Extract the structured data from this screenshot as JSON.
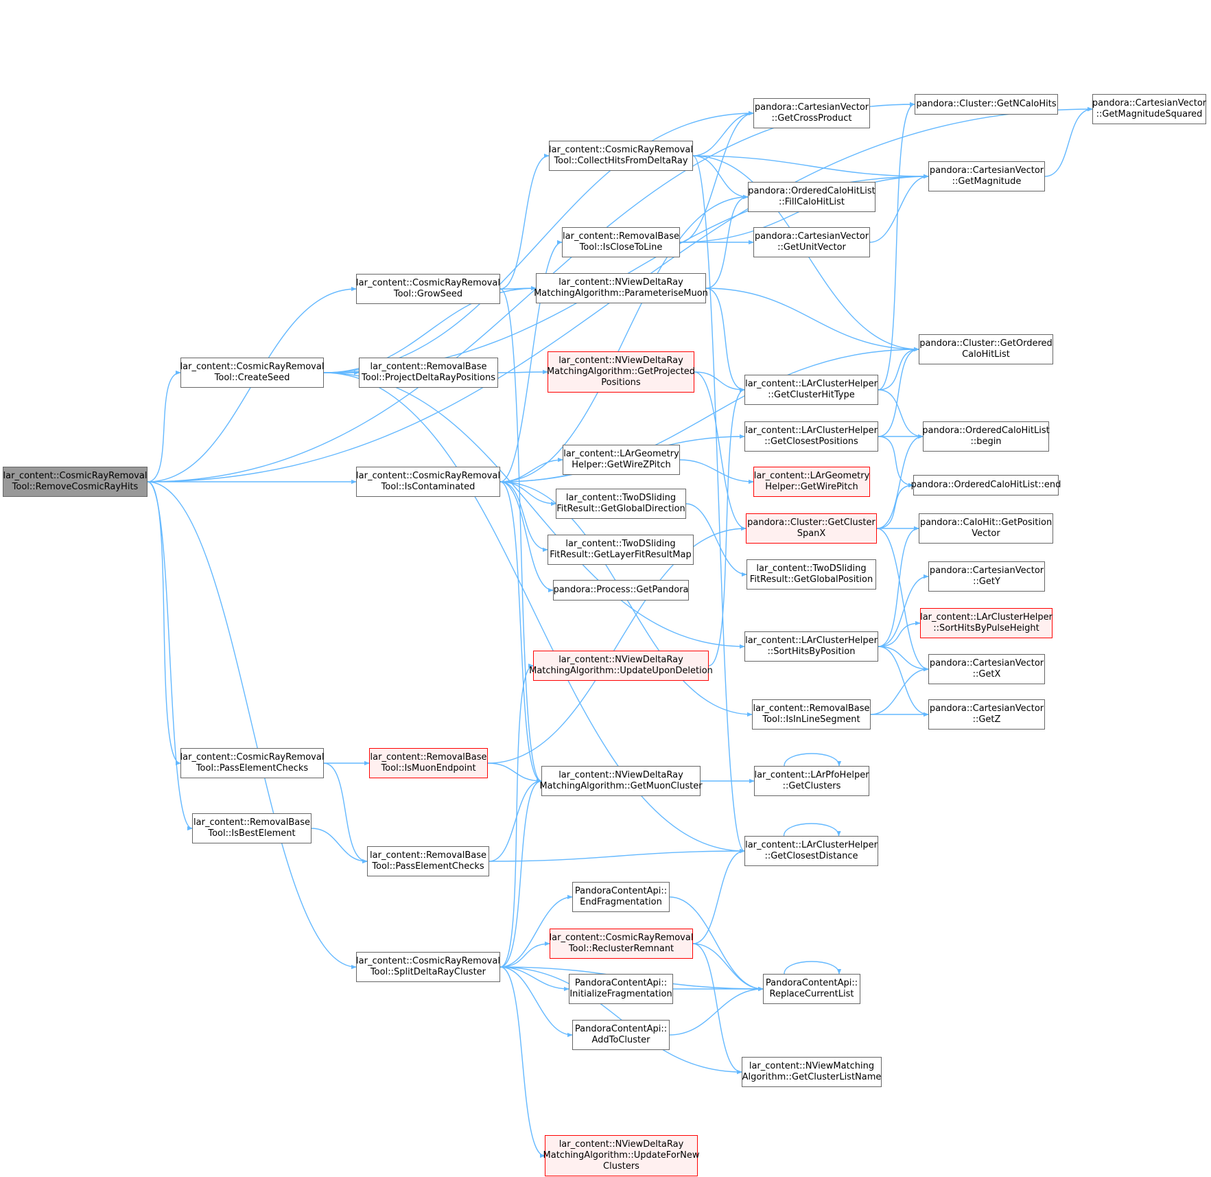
{
  "graph": {
    "colors": {
      "edge": "#63b8ff",
      "node_border": "#666666",
      "truncated_border": "#ff0000",
      "truncated_fill": "#fff0f0",
      "current_fill": "#999999"
    },
    "nodes": [
      {
        "id": "removeCosmicRayHits",
        "lines": [
          "lar_content::CosmicRayRemoval",
          "Tool::RemoveCosmicRayHits"
        ],
        "style": "current"
      },
      {
        "id": "createSeed",
        "lines": [
          "lar_content::CosmicRayRemoval",
          "Tool::CreateSeed"
        ],
        "style": "normal"
      },
      {
        "id": "growSeed",
        "lines": [
          "lar_content::CosmicRayRemoval",
          "Tool::GrowSeed"
        ],
        "style": "normal"
      },
      {
        "id": "projectDeltaRayPositions",
        "lines": [
          "lar_content::RemovalBase",
          "Tool::ProjectDeltaRayPositions"
        ],
        "style": "normal"
      },
      {
        "id": "isContaminated",
        "lines": [
          "lar_content::CosmicRayRemoval",
          "Tool::IsContaminated"
        ],
        "style": "normal"
      },
      {
        "id": "passElementChecksCR",
        "lines": [
          "lar_content::CosmicRayRemoval",
          "Tool::PassElementChecks"
        ],
        "style": "normal"
      },
      {
        "id": "isBestElement",
        "lines": [
          "lar_content::RemovalBase",
          "Tool::IsBestElement"
        ],
        "style": "normal"
      },
      {
        "id": "splitDeltaRayCluster",
        "lines": [
          "lar_content::CosmicRayRemoval",
          "Tool::SplitDeltaRayCluster"
        ],
        "style": "normal"
      },
      {
        "id": "isMuonEndpoint",
        "lines": [
          "lar_content::RemovalBase",
          "Tool::IsMuonEndpoint"
        ],
        "style": "truncated"
      },
      {
        "id": "passElementChecksRB",
        "lines": [
          "lar_content::RemovalBase",
          "Tool::PassElementChecks"
        ],
        "style": "normal"
      },
      {
        "id": "collectHitsFromDeltaRay",
        "lines": [
          "lar_content::CosmicRayRemoval",
          "Tool::CollectHitsFromDeltaRay"
        ],
        "style": "normal"
      },
      {
        "id": "isCloseToLine",
        "lines": [
          "lar_content::RemovalBase",
          "Tool::IsCloseToLine"
        ],
        "style": "normal"
      },
      {
        "id": "parameteriseMuon",
        "lines": [
          "lar_content::NViewDeltaRay",
          "MatchingAlgorithm::ParameteriseMuon"
        ],
        "style": "normal"
      },
      {
        "id": "getProjectedPositions",
        "lines": [
          "lar_content::NViewDeltaRay",
          "MatchingAlgorithm::GetProjected",
          "Positions"
        ],
        "style": "truncated"
      },
      {
        "id": "getWireZPitch",
        "lines": [
          "lar_content::LArGeometry",
          "Helper::GetWireZPitch"
        ],
        "style": "normal"
      },
      {
        "id": "getGlobalDirection",
        "lines": [
          "lar_content::TwoDSliding",
          "FitResult::GetGlobalDirection"
        ],
        "style": "normal"
      },
      {
        "id": "getLayerFitResultMap",
        "lines": [
          "lar_content::TwoDSliding",
          "FitResult::GetLayerFitResultMap"
        ],
        "style": "normal"
      },
      {
        "id": "getPandora",
        "lines": [
          "pandora::Process::GetPandora"
        ],
        "style": "normal"
      },
      {
        "id": "updateUponDeletion",
        "lines": [
          "lar_content::NViewDeltaRay",
          "MatchingAlgorithm::UpdateUponDeletion"
        ],
        "style": "truncated"
      },
      {
        "id": "getMuonCluster",
        "lines": [
          "lar_content::NViewDeltaRay",
          "MatchingAlgorithm::GetMuonCluster"
        ],
        "style": "normal"
      },
      {
        "id": "endFragmentation",
        "lines": [
          "PandoraContentApi::",
          "EndFragmentation"
        ],
        "style": "normal"
      },
      {
        "id": "reclusterRemnant",
        "lines": [
          "lar_content::CosmicRayRemoval",
          "Tool::ReclusterRemnant"
        ],
        "style": "truncated"
      },
      {
        "id": "initializeFragmentation",
        "lines": [
          "PandoraContentApi::",
          "InitializeFragmentation"
        ],
        "style": "normal"
      },
      {
        "id": "addToCluster",
        "lines": [
          "PandoraContentApi::",
          "AddToCluster"
        ],
        "style": "normal"
      },
      {
        "id": "updateForNewClusters",
        "lines": [
          "lar_content::NViewDeltaRay",
          "MatchingAlgorithm::UpdateForNew",
          "Clusters"
        ],
        "style": "truncated"
      },
      {
        "id": "getCrossProduct",
        "lines": [
          "pandora::CartesianVector",
          "::GetCrossProduct"
        ],
        "style": "normal"
      },
      {
        "id": "fillCaloHitList",
        "lines": [
          "pandora::OrderedCaloHitList",
          "::FillCaloHitList"
        ],
        "style": "normal"
      },
      {
        "id": "getUnitVector",
        "lines": [
          "pandora::CartesianVector",
          "::GetUnitVector"
        ],
        "style": "normal"
      },
      {
        "id": "getClusterHitType",
        "lines": [
          "lar_content::LArClusterHelper",
          "::GetClusterHitType"
        ],
        "style": "normal"
      },
      {
        "id": "getClosestPositions",
        "lines": [
          "lar_content::LArClusterHelper",
          "::GetClosestPositions"
        ],
        "style": "normal"
      },
      {
        "id": "getWirePitch",
        "lines": [
          "lar_content::LArGeometry",
          "Helper::GetWirePitch"
        ],
        "style": "truncated"
      },
      {
        "id": "getClusterSpanX",
        "lines": [
          "pandora::Cluster::GetCluster",
          "SpanX"
        ],
        "style": "truncated"
      },
      {
        "id": "getGlobalPosition",
        "lines": [
          "lar_content::TwoDSliding",
          "FitResult::GetGlobalPosition"
        ],
        "style": "normal"
      },
      {
        "id": "sortHitsByPosition",
        "lines": [
          "lar_content::LArClusterHelper",
          "::SortHitsByPosition"
        ],
        "style": "normal"
      },
      {
        "id": "isInLineSegment",
        "lines": [
          "lar_content::RemovalBase",
          "Tool::IsInLineSegment"
        ],
        "style": "normal"
      },
      {
        "id": "getClusters",
        "lines": [
          "lar_content::LArPfoHelper",
          "::GetClusters"
        ],
        "style": "normal"
      },
      {
        "id": "getClosestDistance",
        "lines": [
          "lar_content::LArClusterHelper",
          "::GetClosestDistance"
        ],
        "style": "normal"
      },
      {
        "id": "replaceCurrentList",
        "lines": [
          "PandoraContentApi::",
          "ReplaceCurrentList"
        ],
        "style": "normal"
      },
      {
        "id": "getClusterListName",
        "lines": [
          "lar_content::NViewMatching",
          "Algorithm::GetClusterListName"
        ],
        "style": "normal"
      },
      {
        "id": "getNCaloHits",
        "lines": [
          "pandora::Cluster::GetNCaloHits"
        ],
        "style": "normal"
      },
      {
        "id": "getMagnitude",
        "lines": [
          "pandora::CartesianVector",
          "::GetMagnitude"
        ],
        "style": "normal"
      },
      {
        "id": "getMagnitudeSquared",
        "lines": [
          "pandora::CartesianVector",
          "::GetMagnitudeSquared"
        ],
        "style": "normal"
      },
      {
        "id": "getOrderedCaloHitList",
        "lines": [
          "pandora::Cluster::GetOrdered",
          "CaloHitList"
        ],
        "style": "normal"
      },
      {
        "id": "begin",
        "lines": [
          "pandora::OrderedCaloHitList",
          "::begin"
        ],
        "style": "normal"
      },
      {
        "id": "end",
        "lines": [
          "pandora::OrderedCaloHitList::end"
        ],
        "style": "normal"
      },
      {
        "id": "getPositionVector",
        "lines": [
          "pandora::CaloHit::GetPosition",
          "Vector"
        ],
        "style": "normal"
      },
      {
        "id": "getY",
        "lines": [
          "pandora::CartesianVector",
          "::GetY"
        ],
        "style": "normal"
      },
      {
        "id": "sortHitsByPulseHeight",
        "lines": [
          "lar_content::LArClusterHelper",
          "::SortHitsByPulseHeight"
        ],
        "style": "truncated"
      },
      {
        "id": "getX",
        "lines": [
          "pandora::CartesianVector",
          "::GetX"
        ],
        "style": "normal"
      },
      {
        "id": "getZ",
        "lines": [
          "pandora::CartesianVector",
          "::GetZ"
        ],
        "style": "normal"
      }
    ],
    "edges": [
      [
        "removeCosmicRayHits",
        "getNCaloHits"
      ],
      [
        "removeCosmicRayHits",
        "getMagnitudeSquared"
      ],
      [
        "removeCosmicRayHits",
        "growSeed"
      ],
      [
        "removeCosmicRayHits",
        "createSeed"
      ],
      [
        "removeCosmicRayHits",
        "isContaminated"
      ],
      [
        "removeCosmicRayHits",
        "passElementChecksCR"
      ],
      [
        "removeCosmicRayHits",
        "isBestElement"
      ],
      [
        "removeCosmicRayHits",
        "splitDeltaRayCluster"
      ],
      [
        "createSeed",
        "getCrossProduct"
      ],
      [
        "createSeed",
        "getMagnitude"
      ],
      [
        "createSeed",
        "parameteriseMuon"
      ],
      [
        "createSeed",
        "projectDeltaRayPositions"
      ],
      [
        "createSeed",
        "sortHitsByPosition"
      ],
      [
        "createSeed",
        "getClosestDistance"
      ],
      [
        "growSeed",
        "collectHitsFromDeltaRay"
      ],
      [
        "growSeed",
        "parameteriseMuon"
      ],
      [
        "growSeed",
        "getMuonCluster"
      ],
      [
        "projectDeltaRayPositions",
        "getProjectedPositions"
      ],
      [
        "isContaminated",
        "isCloseToLine"
      ],
      [
        "isContaminated",
        "fillCaloHitList"
      ],
      [
        "isContaminated",
        "getOrderedCaloHitList"
      ],
      [
        "isContaminated",
        "getClosestPositions"
      ],
      [
        "isContaminated",
        "getWireZPitch"
      ],
      [
        "isContaminated",
        "getGlobalDirection"
      ],
      [
        "isContaminated",
        "getLayerFitResultMap"
      ],
      [
        "isContaminated",
        "getPandora"
      ],
      [
        "isContaminated",
        "getMuonCluster"
      ],
      [
        "isContaminated",
        "isInLineSegment"
      ],
      [
        "passElementChecksCR",
        "isMuonEndpoint"
      ],
      [
        "passElementChecksCR",
        "passElementChecksRB"
      ],
      [
        "isBestElement",
        "passElementChecksRB"
      ],
      [
        "isMuonEndpoint",
        "getMuonCluster"
      ],
      [
        "isMuonEndpoint",
        "getClusterSpanX"
      ],
      [
        "passElementChecksRB",
        "getMuonCluster"
      ],
      [
        "passElementChecksRB",
        "getClosestDistance"
      ],
      [
        "splitDeltaRayCluster",
        "updateUponDeletion"
      ],
      [
        "splitDeltaRayCluster",
        "getMuonCluster"
      ],
      [
        "splitDeltaRayCluster",
        "endFragmentation"
      ],
      [
        "splitDeltaRayCluster",
        "reclusterRemnant"
      ],
      [
        "splitDeltaRayCluster",
        "initializeFragmentation"
      ],
      [
        "splitDeltaRayCluster",
        "addToCluster"
      ],
      [
        "splitDeltaRayCluster",
        "replaceCurrentList"
      ],
      [
        "splitDeltaRayCluster",
        "getClusterListName"
      ],
      [
        "splitDeltaRayCluster",
        "updateForNewClusters"
      ],
      [
        "collectHitsFromDeltaRay",
        "getCrossProduct"
      ],
      [
        "collectHitsFromDeltaRay",
        "fillCaloHitList"
      ],
      [
        "collectHitsFromDeltaRay",
        "getOrderedCaloHitList"
      ],
      [
        "collectHitsFromDeltaRay",
        "getMagnitude"
      ],
      [
        "collectHitsFromDeltaRay",
        "getClosestDistance"
      ],
      [
        "isCloseToLine",
        "getCrossProduct"
      ],
      [
        "isCloseToLine",
        "getUnitVector"
      ],
      [
        "isCloseToLine",
        "getMagnitude"
      ],
      [
        "parameteriseMuon",
        "fillCaloHitList"
      ],
      [
        "parameteriseMuon",
        "getOrderedCaloHitList"
      ],
      [
        "parameteriseMuon",
        "getClusterHitType"
      ],
      [
        "getProjectedPositions",
        "getClusterHitType"
      ],
      [
        "getProjectedPositions",
        "getClusterSpanX"
      ],
      [
        "getWireZPitch",
        "getWirePitch"
      ],
      [
        "getGlobalDirection",
        "getGlobalPosition"
      ],
      [
        "updateUponDeletion",
        "getClusterHitType"
      ],
      [
        "getMuonCluster",
        "getClusters"
      ],
      [
        "endFragmentation",
        "replaceCurrentList"
      ],
      [
        "reclusterRemnant",
        "getClosestDistance"
      ],
      [
        "reclusterRemnant",
        "replaceCurrentList"
      ],
      [
        "reclusterRemnant",
        "getClusterListName"
      ],
      [
        "initializeFragmentation",
        "replaceCurrentList"
      ],
      [
        "addToCluster",
        "replaceCurrentList"
      ],
      [
        "getUnitVector",
        "getMagnitude"
      ],
      [
        "getMagnitude",
        "getMagnitudeSquared"
      ],
      [
        "getClusterHitType",
        "getNCaloHits"
      ],
      [
        "getClusterHitType",
        "getOrderedCaloHitList"
      ],
      [
        "getClusterHitType",
        "begin"
      ],
      [
        "getClosestPositions",
        "getOrderedCaloHitList"
      ],
      [
        "getClosestPositions",
        "begin"
      ],
      [
        "getClosestPositions",
        "end"
      ],
      [
        "getClusterSpanX",
        "begin"
      ],
      [
        "getClusterSpanX",
        "end"
      ],
      [
        "getClusterSpanX",
        "getPositionVector"
      ],
      [
        "getClusterSpanX",
        "getX"
      ],
      [
        "sortHitsByPosition",
        "getPositionVector"
      ],
      [
        "sortHitsByPosition",
        "getY"
      ],
      [
        "sortHitsByPosition",
        "sortHitsByPulseHeight"
      ],
      [
        "sortHitsByPosition",
        "getX"
      ],
      [
        "sortHitsByPosition",
        "getZ"
      ],
      [
        "isInLineSegment",
        "getX"
      ],
      [
        "isInLineSegment",
        "getZ"
      ],
      [
        "getClusters",
        "getClusters"
      ],
      [
        "getClosestDistance",
        "getClosestDistance"
      ],
      [
        "replaceCurrentList",
        "replaceCurrentList"
      ]
    ]
  }
}
